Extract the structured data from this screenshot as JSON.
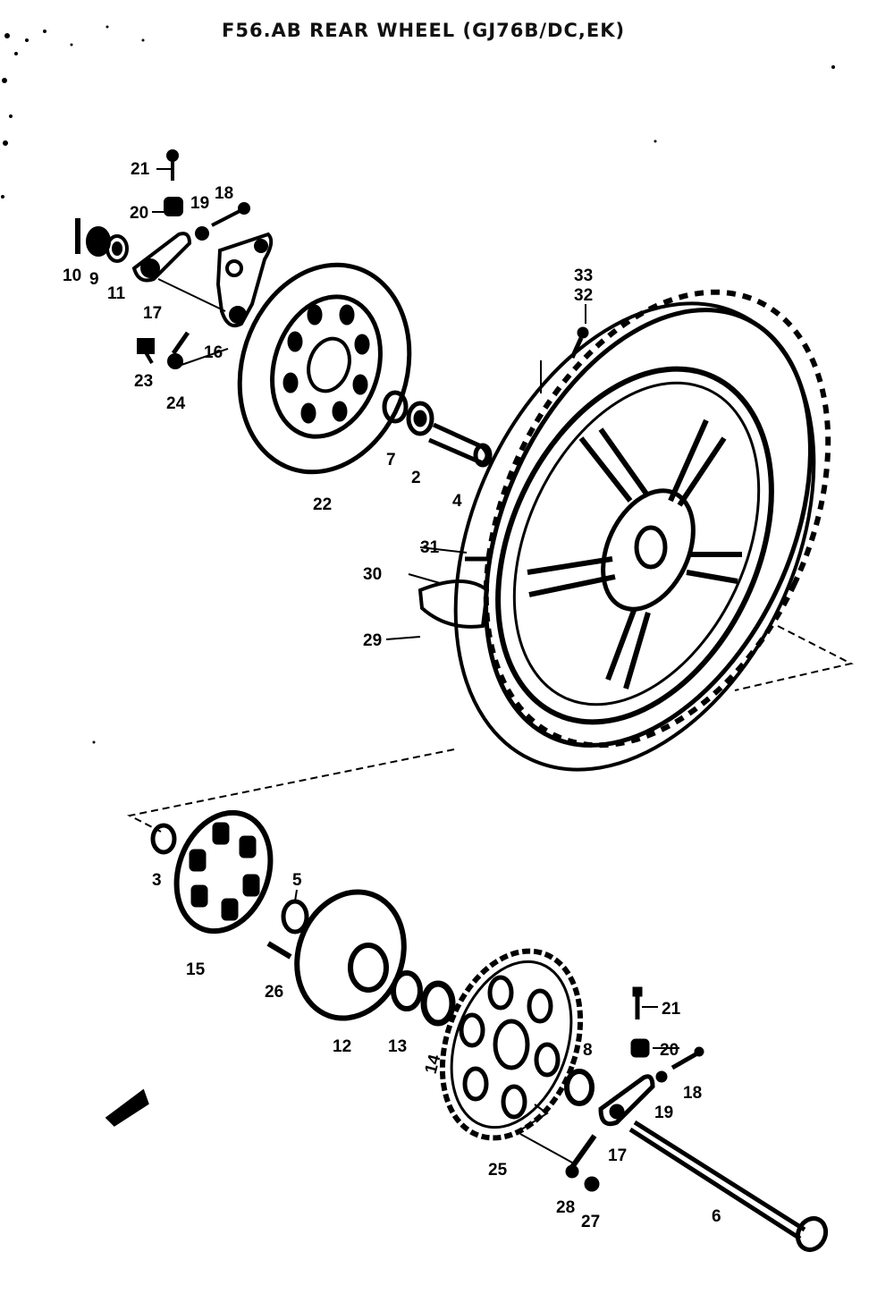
{
  "title": "F56.AB REAR WHEEL (GJ76B/DC,EK)",
  "labels": {
    "p2": "2",
    "p3": "3",
    "p4": "4",
    "p5": "5",
    "p6": "6",
    "p7": "7",
    "p8": "8",
    "p9": "9",
    "p10": "10",
    "p11": "11",
    "p12": "12",
    "p13": "13",
    "p14": "14",
    "p15": "15",
    "p16": "16",
    "p17a": "17",
    "p17b": "17",
    "p18a": "18",
    "p18b": "18",
    "p19a": "19",
    "p19b": "19",
    "p20a": "20",
    "p20b": "20",
    "p21a": "21",
    "p21b": "21",
    "p22": "22",
    "p23": "23",
    "p24": "24",
    "p25": "25",
    "p26": "26",
    "p27": "27",
    "p28": "28",
    "p29": "29",
    "p30": "30",
    "p31": "31",
    "p32": "32",
    "p33": "33"
  }
}
